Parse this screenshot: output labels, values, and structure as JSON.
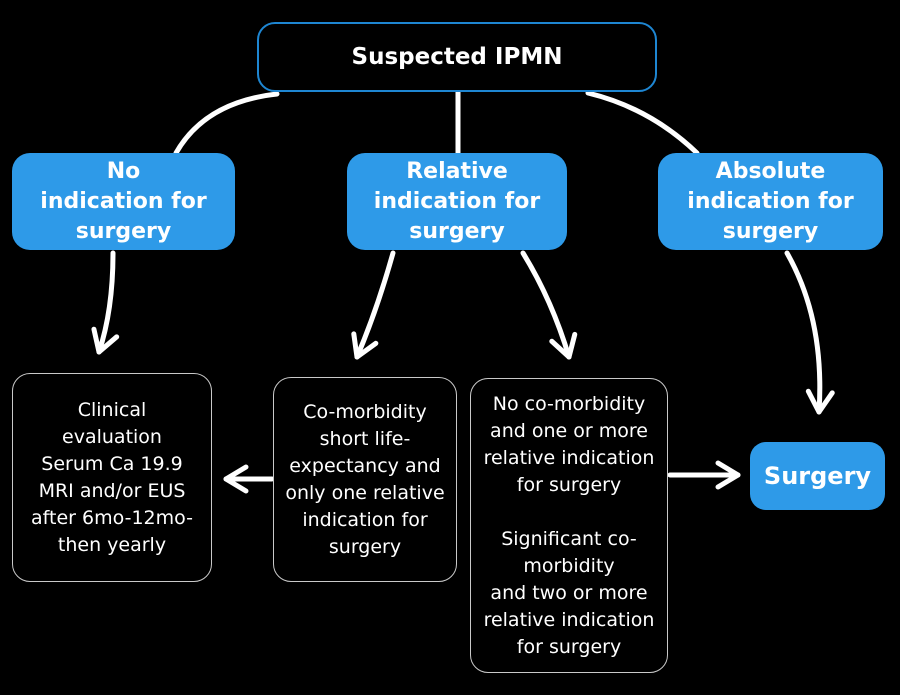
{
  "colors": {
    "background": "#000000",
    "node_fill_blue": "#2E9AE8",
    "root_border_blue": "#1E86D2",
    "outline_box_border": "#C9C9C9",
    "text": "#FFFFFF",
    "arrow": "#FFFFFF"
  },
  "nodes": {
    "root": {
      "label": "Suspected IPMN"
    },
    "no_indication": {
      "label": "No\nindication for\nsurgery"
    },
    "relative_indication": {
      "label": "Relative\nindication for\nsurgery"
    },
    "absolute_indication": {
      "label": "Absolute\nindication for\nsurgery"
    },
    "clinical_followup": {
      "label": "Clinical\nevaluation\nSerum Ca 19.9\nMRI and/or EUS\nafter 6mo-12mo-\nthen yearly"
    },
    "comorbidity_one_relative": {
      "label": "Co-morbidity\nshort life-\nexpectancy and\nonly one relative\nindication for\nsurgery"
    },
    "no_comorbidity_or_significant": {
      "label": "No co-morbidity\nand one or more\nrelative indication\nfor surgery\n\nSignificant co-\nmorbidity\nand two or more\nrelative indication\nfor surgery"
    },
    "surgery": {
      "label": "Surgery"
    }
  },
  "edges": [
    {
      "from": "root",
      "to": "no_indication",
      "arrowhead": false
    },
    {
      "from": "root",
      "to": "relative_indication",
      "arrowhead": false
    },
    {
      "from": "root",
      "to": "absolute_indication",
      "arrowhead": false
    },
    {
      "from": "no_indication",
      "to": "clinical_followup",
      "arrowhead": true
    },
    {
      "from": "relative_indication",
      "to": "comorbidity_one_relative",
      "arrowhead": true
    },
    {
      "from": "relative_indication",
      "to": "no_comorbidity_or_significant",
      "arrowhead": true
    },
    {
      "from": "absolute_indication",
      "to": "surgery",
      "arrowhead": true
    },
    {
      "from": "comorbidity_one_relative",
      "to": "clinical_followup",
      "arrowhead": true
    },
    {
      "from": "no_comorbidity_or_significant",
      "to": "surgery",
      "arrowhead": true
    }
  ]
}
